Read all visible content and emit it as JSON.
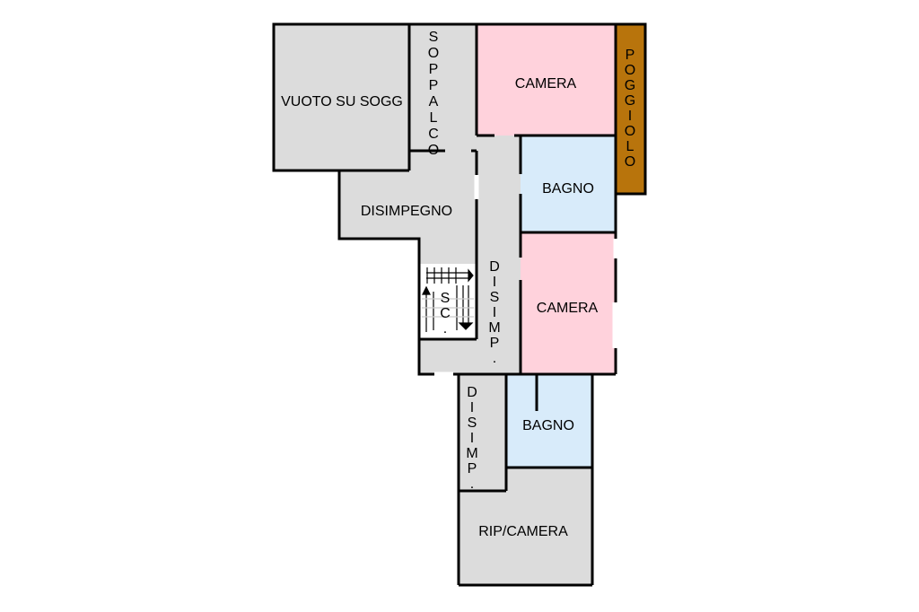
{
  "rooms": {
    "vuoto": "VUOTO SU SOGG",
    "soppalco": "SOPPALCO",
    "camera_top": "CAMERA",
    "poggiolo": "POGGIOLO",
    "bagno_top": "BAGNO",
    "disimpegno": "DISIMPEGNO",
    "disimp_center": "DISIMP.",
    "scale": "SC.",
    "camera_mid": "CAMERA",
    "bagno_low": "BAGNO",
    "disimp_low": "DISIMP.",
    "rip_camera": "RIP/CAMERA"
  },
  "colors": {
    "grey": "#dcdcdc",
    "pink": "#ffd2dc",
    "blue": "#d8ebfa",
    "brown": "#b8740c"
  }
}
